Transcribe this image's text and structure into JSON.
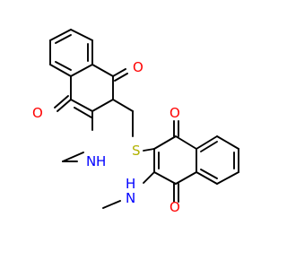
{
  "colors": {
    "background": "#ffffff",
    "bond": "#000000",
    "O": "#ff0000",
    "N": "#0000ff",
    "S": "#b2b200",
    "C": "#000000"
  },
  "labels": {
    "O": "O",
    "S": "S",
    "N": "N",
    "H": "H"
  }
}
